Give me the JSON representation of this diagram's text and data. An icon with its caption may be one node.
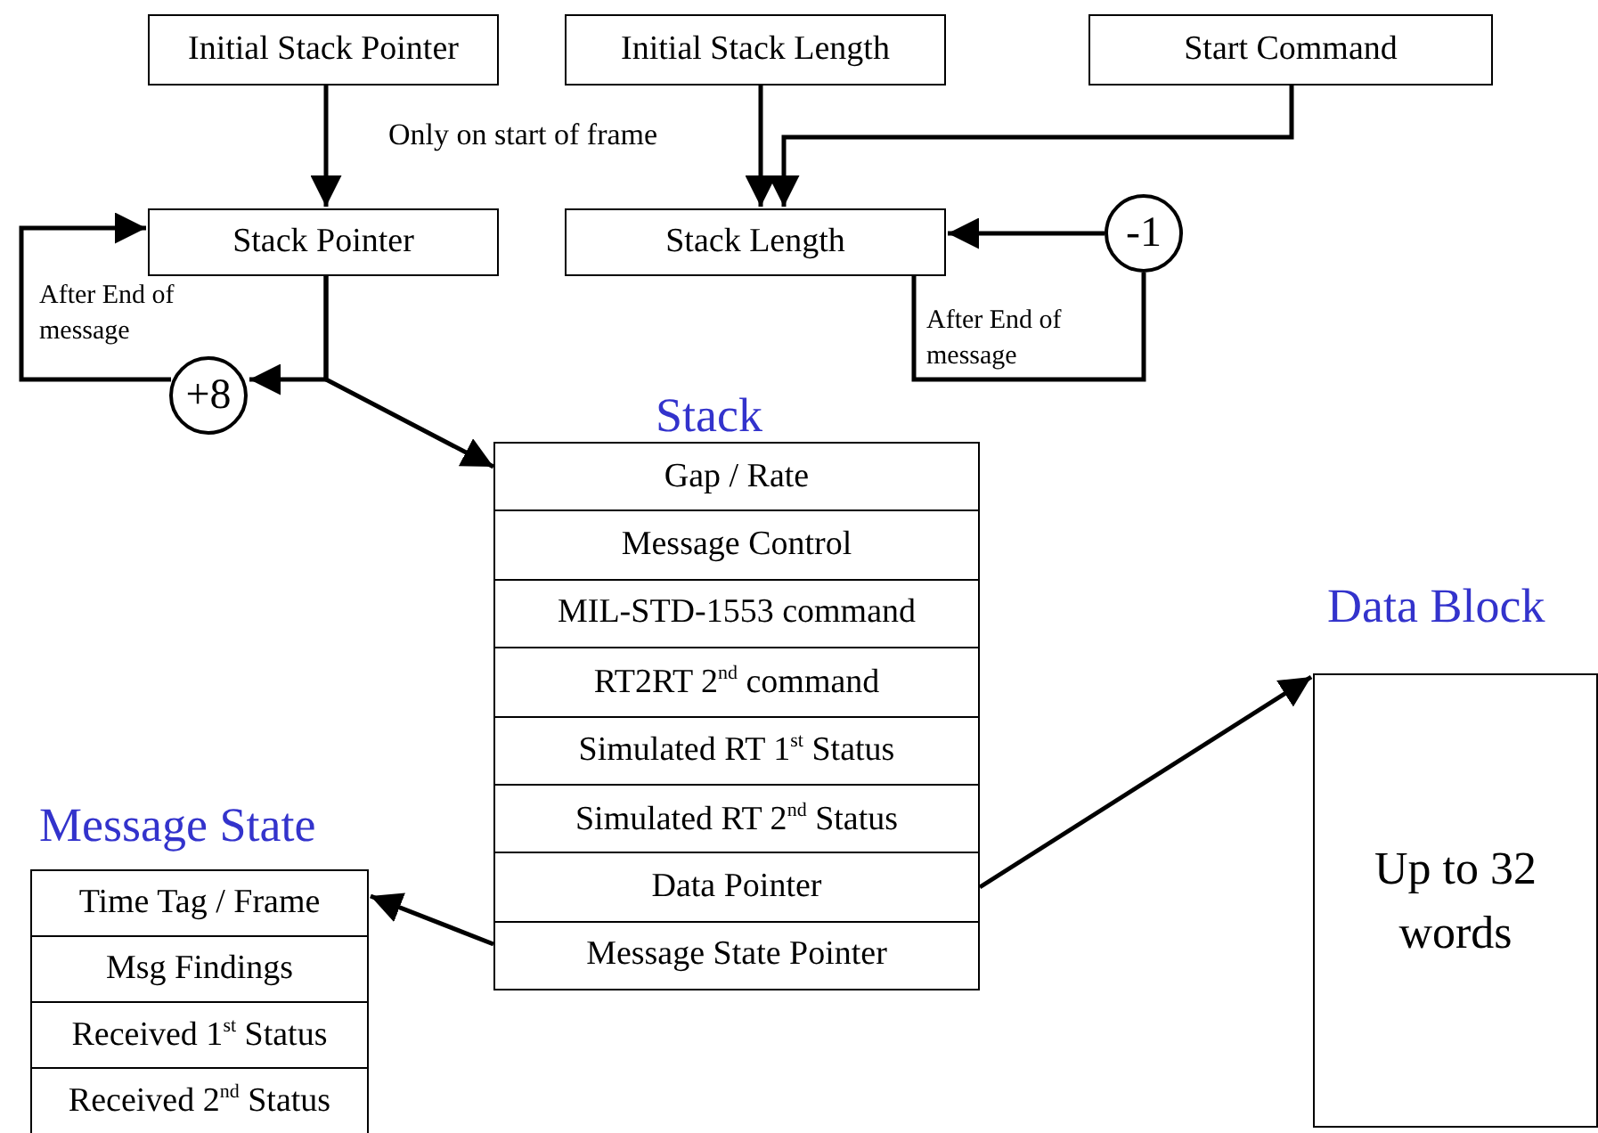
{
  "diagram": {
    "nodes": [
      {
        "text": [
          "Initial Stack Pointer"
        ]
      },
      {
        "text": [
          "Initial Stack Length"
        ]
      },
      {
        "text": [
          "Start Command"
        ]
      },
      {
        "text": [
          "Stack Pointer"
        ]
      },
      {
        "text": [
          "Stack Length"
        ]
      },
      {
        "text": [
          "-1"
        ]
      },
      {
        "text": [
          "+8"
        ]
      },
      {
        "text": [
          "Stack"
        ]
      },
      {
        "text": [
          "Gap / Rate"
        ],
        "in": 7
      },
      {
        "text": [
          "Message Control"
        ],
        "in": 7
      },
      {
        "text": [
          "MIL-STD-1553 command"
        ],
        "in": 7
      },
      {
        "text": [
          "RT2RT 2$^{nd}$ command"
        ],
        "in": 7
      },
      {
        "text": [
          "Simulated RT 1$^{st}$ Status"
        ],
        "in": 7
      },
      {
        "text": [
          "Simulated RT 2$^{nd}$ Status"
        ],
        "in": 7
      },
      {
        "text": [
          "Data Pointer"
        ],
        "in": 7
      },
      {
        "text": [
          "Message State Pointer"
        ],
        "in": 7
      },
      {
        "text": [
          "Data Block",
          "Up to 32 words"
        ]
      },
      {
        "text": [
          "Message State"
        ]
      },
      {
        "text": [
          "Time Tag / Frame"
        ],
        "in": 17
      },
      {
        "text": [
          "Msg Findings"
        ],
        "in": 17
      },
      {
        "text": [
          "Received 1$^{st}$ Status"
        ],
        "in": 17
      },
      {
        "text": [
          "Received 2$^{nd}$ Status"
        ],
        "in": 17
      }
    ],
    "edges": [
      {
        "from": 0,
        "to": 3,
        "arrow": "to"
      },
      {
        "from": 1,
        "to": 4,
        "arrow": "to"
      },
      {
        "from": 2,
        "to": 4,
        "arrow": "to"
      },
      {
        "from": 5,
        "to": 4,
        "arrow": "to"
      },
      {
        "from": 4,
        "to": 5,
        "arrow": "none",
        "label": "After End of message"
      },
      {
        "from": 3,
        "to": 6,
        "arrow": "to"
      },
      {
        "from": 6,
        "to": 3,
        "arrow": "to",
        "label": "After End of message"
      },
      {
        "from": 3,
        "to": 8,
        "arrow": "to"
      },
      {
        "from": 14,
        "to": 16,
        "arrow": "to"
      },
      {
        "from": 15,
        "to": 18,
        "arrow": "to"
      }
    ],
    "labels": [
      "Only on start of frame"
    ]
  }
}
